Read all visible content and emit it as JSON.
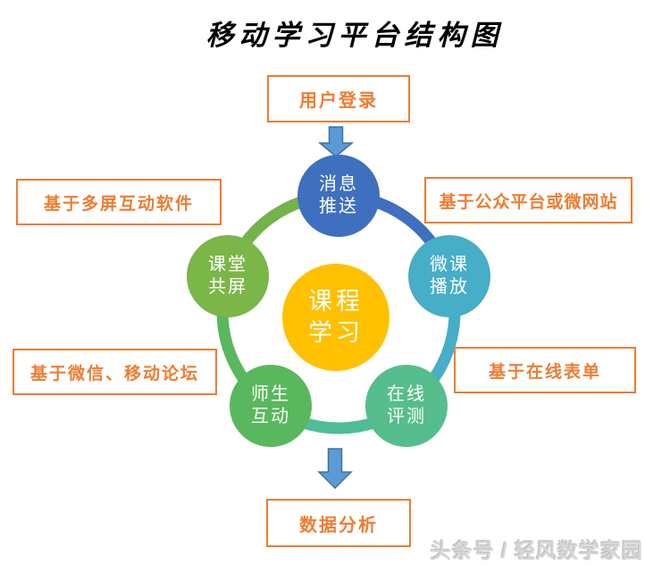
{
  "title": "移动学习平台结构图",
  "flow": {
    "entry": "用户登录",
    "exit": "数据分析"
  },
  "callouts": {
    "multi_screen": "基于多屏互动软件",
    "public_platform": "基于公众平台或微网站",
    "wechat_forum": "基于微信、移动论坛",
    "online_form": "基于在线表单"
  },
  "ring": {
    "center": {
      "line1": "课程",
      "line2": "学习",
      "color": "#FFC000"
    },
    "nodes": [
      {
        "line1": "消息",
        "line2": "推送",
        "color": "#3F6FBF"
      },
      {
        "line1": "微课",
        "line2": "播放",
        "color": "#46AEC7"
      },
      {
        "line1": "在线",
        "line2": "评测",
        "color": "#55BE8C"
      },
      {
        "line1": "师生",
        "line2": "互动",
        "color": "#59B85D"
      },
      {
        "line1": "课堂",
        "line2": "共屏",
        "color": "#7AB648"
      }
    ],
    "arc_colors": [
      "#74B24A",
      "#3F6FBF",
      "#46AEC7",
      "#4FBC9A",
      "#59B85D"
    ]
  },
  "arrow": {
    "fill": "#5B9BD5",
    "stroke": "#41719C"
  },
  "accent": {
    "callout": "#ED7D31",
    "title_color": "#000000"
  },
  "watermark": "头条号 / 轻风数学家园"
}
